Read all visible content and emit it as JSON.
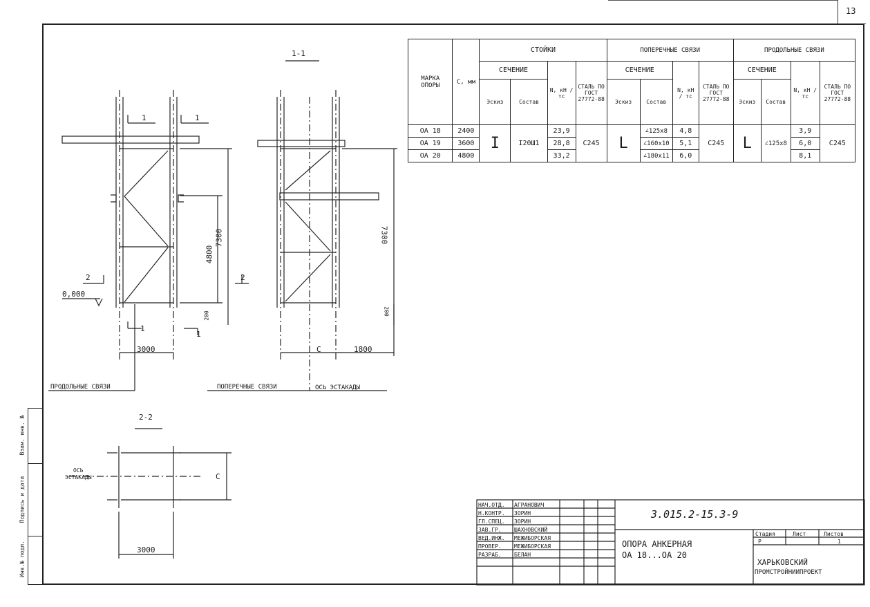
{
  "sheet_number": "13",
  "section_11": {
    "title": "1-1",
    "dim_3000": "3000",
    "dim_4800": "4800",
    "dim_7300": "7300",
    "dim_200": "200",
    "level": "0,000",
    "marker_1": "1",
    "marker_2": "2",
    "label_long": "ПРОДОЛЬНЫЕ СВЯЗИ",
    "label_cross": "ПОПЕРЕЧНЫЕ СВЯЗИ",
    "dim_c": "С",
    "dim_1800": "1800",
    "dim_7300b": "7300",
    "dim_200b": "200",
    "axis_label": "ОСЬ ЭСТАКАДЫ"
  },
  "section_22": {
    "title": "2-2",
    "axis_label_1": "ОСЬ",
    "axis_label_2": "ЭСТАКАДЫ",
    "dim_c": "С",
    "dim_3000": "3000"
  },
  "table": {
    "col_mark": "МАРКА ОПОРЫ",
    "col_c": "С, мм",
    "group_posts": "СТОЙКИ",
    "group_cross": "ПОПЕРЕЧНЫЕ СВЯЗИ",
    "group_long": "ПРОДОЛЬНЫЕ СВЯЗИ",
    "sub_section": "СЕЧЕНИЕ",
    "sub_n": "N, кН / тс",
    "sub_steel": "СТАЛЬ ПО ГОСТ 27772-88",
    "sub_sketch": "Эскиз",
    "sub_comp": "Состав",
    "rows": [
      {
        "mark": "ОА 18",
        "c": "2400",
        "post_n": "23,9",
        "cross_comp": "∠125х8",
        "cross_n": "4,8",
        "long_n": "3,9"
      },
      {
        "mark": "ОА 19",
        "c": "3600",
        "post_n": "28,8",
        "cross_comp": "∠160х10",
        "cross_n": "5,1",
        "long_n": "6,0"
      },
      {
        "mark": "ОА 20",
        "c": "4800",
        "post_n": "33,2",
        "cross_comp": "∠180х11",
        "cross_n": "6,0",
        "long_n": "8,1"
      }
    ],
    "post_sketch": "I",
    "post_comp": "I20Ш1",
    "post_steel": "С245",
    "cross_sketch": "L",
    "cross_steel": "С245",
    "long_sketch": "L",
    "long_comp": "∠125х8",
    "long_steel": "С245"
  },
  "side_stamp": [
    "Инв.№ подл.",
    "Подпись и дата",
    "Взам. инв. №"
  ],
  "title_block": {
    "doc_code": "3.015.2-15.3-9",
    "title_1": "ОПОРА АНКЕРНАЯ",
    "title_2": "ОА 18...ОА 20",
    "stage_h": "Стадия",
    "sheet_h": "Лист",
    "sheets_h": "Листов",
    "stage": "Р",
    "sheets": "1",
    "org_1": "ХАРЬКОВСКИЙ",
    "org_2": "ПРОМСТРОЙНИИПРОЕКТ",
    "people": [
      {
        "role": "НАЧ.ОТД.",
        "name": "АГРАНОВИЧ"
      },
      {
        "role": "Н.КОНТР.",
        "name": "ЗОРИН"
      },
      {
        "role": "ГЛ.СПЕЦ.",
        "name": "ЗОРИН"
      },
      {
        "role": "ЗАВ.ГР.",
        "name": "ШАХНОВСКИЙ"
      },
      {
        "role": "ВЕД.ИНЖ.",
        "name": "МЕЖИБОРСКАЯ"
      },
      {
        "role": "ПРОВЕР.",
        "name": "МЕЖИБОРСКАЯ"
      },
      {
        "role": "РАЗРАБ.",
        "name": "БЕЛАН"
      }
    ]
  }
}
